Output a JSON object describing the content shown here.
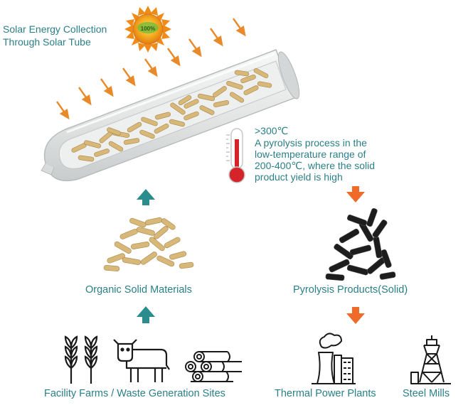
{
  "title": {
    "line1": "Solar Energy Collection",
    "line2": "Through Solar Tube"
  },
  "sun": {
    "badge": "100%"
  },
  "temperature": {
    "headline": ">300℃",
    "lines": [
      "A pyrolysis process in the",
      "low-temperature range of",
      "200-400℃, where the solid",
      "product yield is high"
    ]
  },
  "labels": {
    "organic": "Organic Solid Materials",
    "pyrolysis": "Pyrolysis Products(Solid)",
    "farms": "Facility Farms / Waste Generation Sites",
    "power": "Thermal Power Plants",
    "steel": "Steel Mills"
  },
  "colors": {
    "text_teal": "#2b7f86",
    "arrow_orange": "#f06a2a",
    "arrow_teal": "#2a8c8c",
    "ray_orange": "#e98a2a",
    "pellet_tan": "#d8b878",
    "char_black": "#1d1d1d"
  },
  "icons": [
    "sun-icon",
    "thermometer-icon",
    "wheat-icon",
    "cow-icon",
    "logs-icon",
    "power-plant-icon",
    "steel-mill-icon"
  ]
}
